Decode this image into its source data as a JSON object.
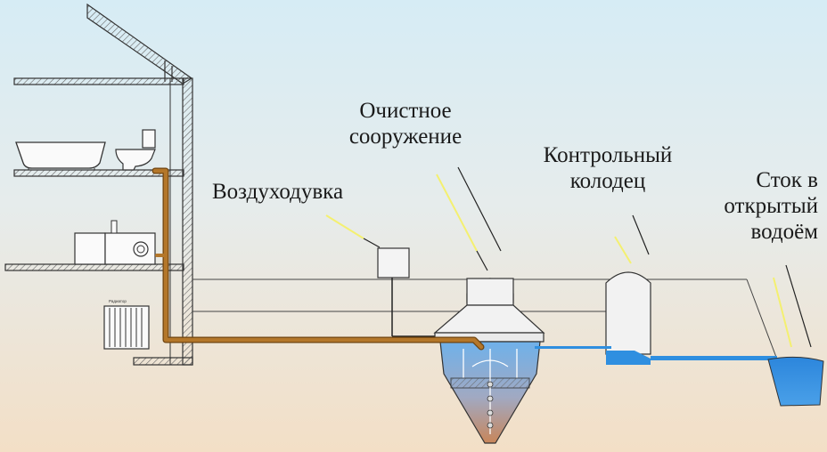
{
  "labels": {
    "treatment_line1": "Очистное",
    "treatment_line2": "сооружение",
    "blower": "Воздуходувка",
    "control_line1": "Контрольный",
    "control_line2": "колодец",
    "outflow_line1": "Сток в",
    "outflow_line2": "открытый",
    "outflow_line3": "водоём",
    "radiator_tag": "Радиатор"
  },
  "colors": {
    "sewer_pipe": "#a86a1c",
    "water": "#2f8fe0",
    "leader_yellow": "#f4f070",
    "line": "#222222"
  }
}
